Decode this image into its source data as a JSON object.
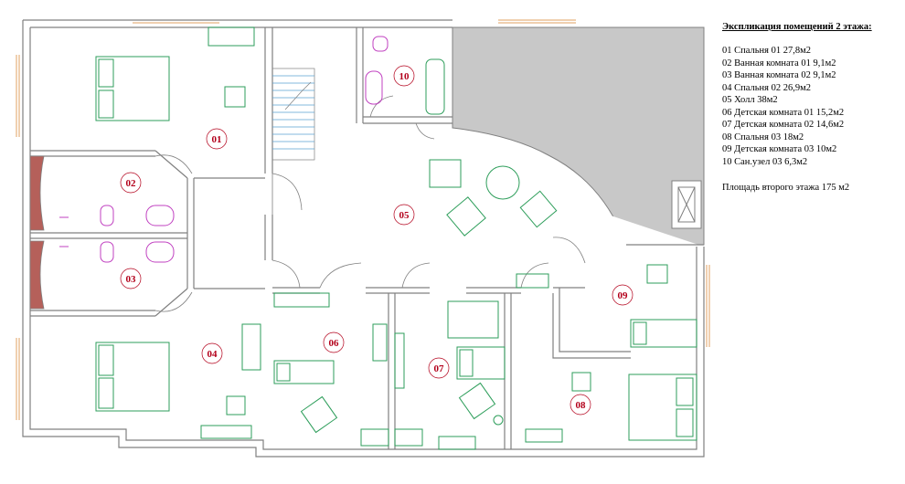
{
  "legend": {
    "title": "Экспликация помещений 2 этажа:",
    "items": [
      "01 Спальня 01  27,8м2",
      "02 Ванная комната 01  9,1м2",
      "03 Ванная комната 02  9,1м2",
      "04 Спальня 02  26,9м2",
      "05 Холл  38м2",
      "06 Детская комната 01  15,2м2",
      "07 Детская комната 02  14,6м2",
      "08 Спальня 03  18м2",
      "09 Детская комната 03  10м2",
      "10 Сан.узел 03  6,3м2"
    ],
    "total": "Площадь второго этажа   175 м2"
  },
  "rooms": [
    "01",
    "02",
    "03",
    "04",
    "05",
    "06",
    "07",
    "08",
    "09",
    "10"
  ],
  "colors": {
    "wall": "#808080",
    "furniture": "#2e9e5b",
    "sanitary": "#c040c0",
    "label": "#b3001b",
    "void": "#c8c8c8",
    "brick": "#b5605a"
  }
}
